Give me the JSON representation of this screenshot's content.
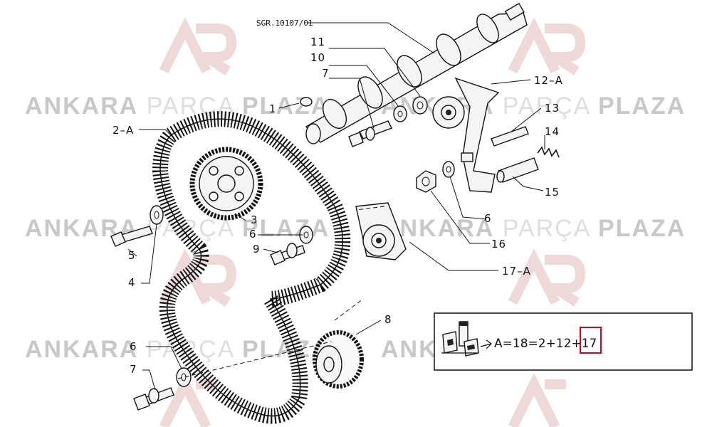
{
  "reference_code": "SGR.10107/01",
  "watermark": {
    "word_1": "ANKARA",
    "word_2": "PARÇA",
    "word_3": "PLAZA",
    "logo_color": "#e9c9c9",
    "text_color": "#c8c8c8"
  },
  "labels": {
    "l1": "1",
    "l2a": "2–A",
    "l3": "3",
    "l4": "4",
    "l5": "5",
    "l6a": "6",
    "l6b": "6",
    "l6c": "6",
    "l7a": "7",
    "l7b": "7",
    "l8": "8",
    "l9": "9",
    "l10": "10",
    "l11": "11",
    "l12a": "12–A",
    "l13": "13",
    "l14": "14",
    "l15": "15",
    "l16": "16",
    "l17a": "17–A"
  },
  "legend": {
    "formula_prefix": "A=18=2+12+",
    "formula_highlight": "17",
    "highlight_color": "#d0021b"
  }
}
